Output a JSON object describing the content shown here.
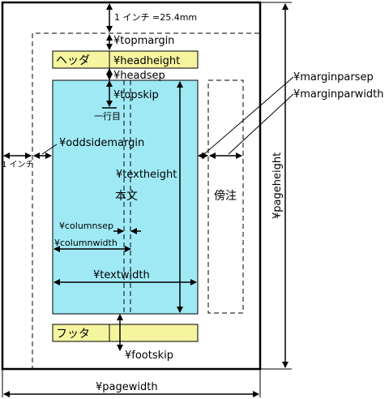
{
  "labels": {
    "one_inch_top": "1 インチ =25.4mm",
    "topmargin": "¥topmargin",
    "header": "ヘッダ",
    "headheight": "¥headheight",
    "headsep": "¥headsep",
    "topskip": "¥topskip",
    "first_line": "一行目",
    "oddsidemargin": "¥oddsidemargin",
    "one_inch_left": "1 インチ",
    "textheight": "¥textheight",
    "body_text": "本文",
    "columnsep": "¥columnsep",
    "columnwidth": "¥columnwidth",
    "textwidth": "¥textwidth",
    "footer": "フッタ",
    "footskip": "¥footskip",
    "pagewidth": "¥pagewidth",
    "pageheight": "¥pageheight",
    "marginparsep": "¥marginparsep",
    "marginparwidth": "¥marginparwidth",
    "marginal_note": "傍注"
  },
  "colors": {
    "header_footer_fill": "#f5f5a0",
    "body_fill": "#9fe9f5",
    "line": "#000000"
  }
}
